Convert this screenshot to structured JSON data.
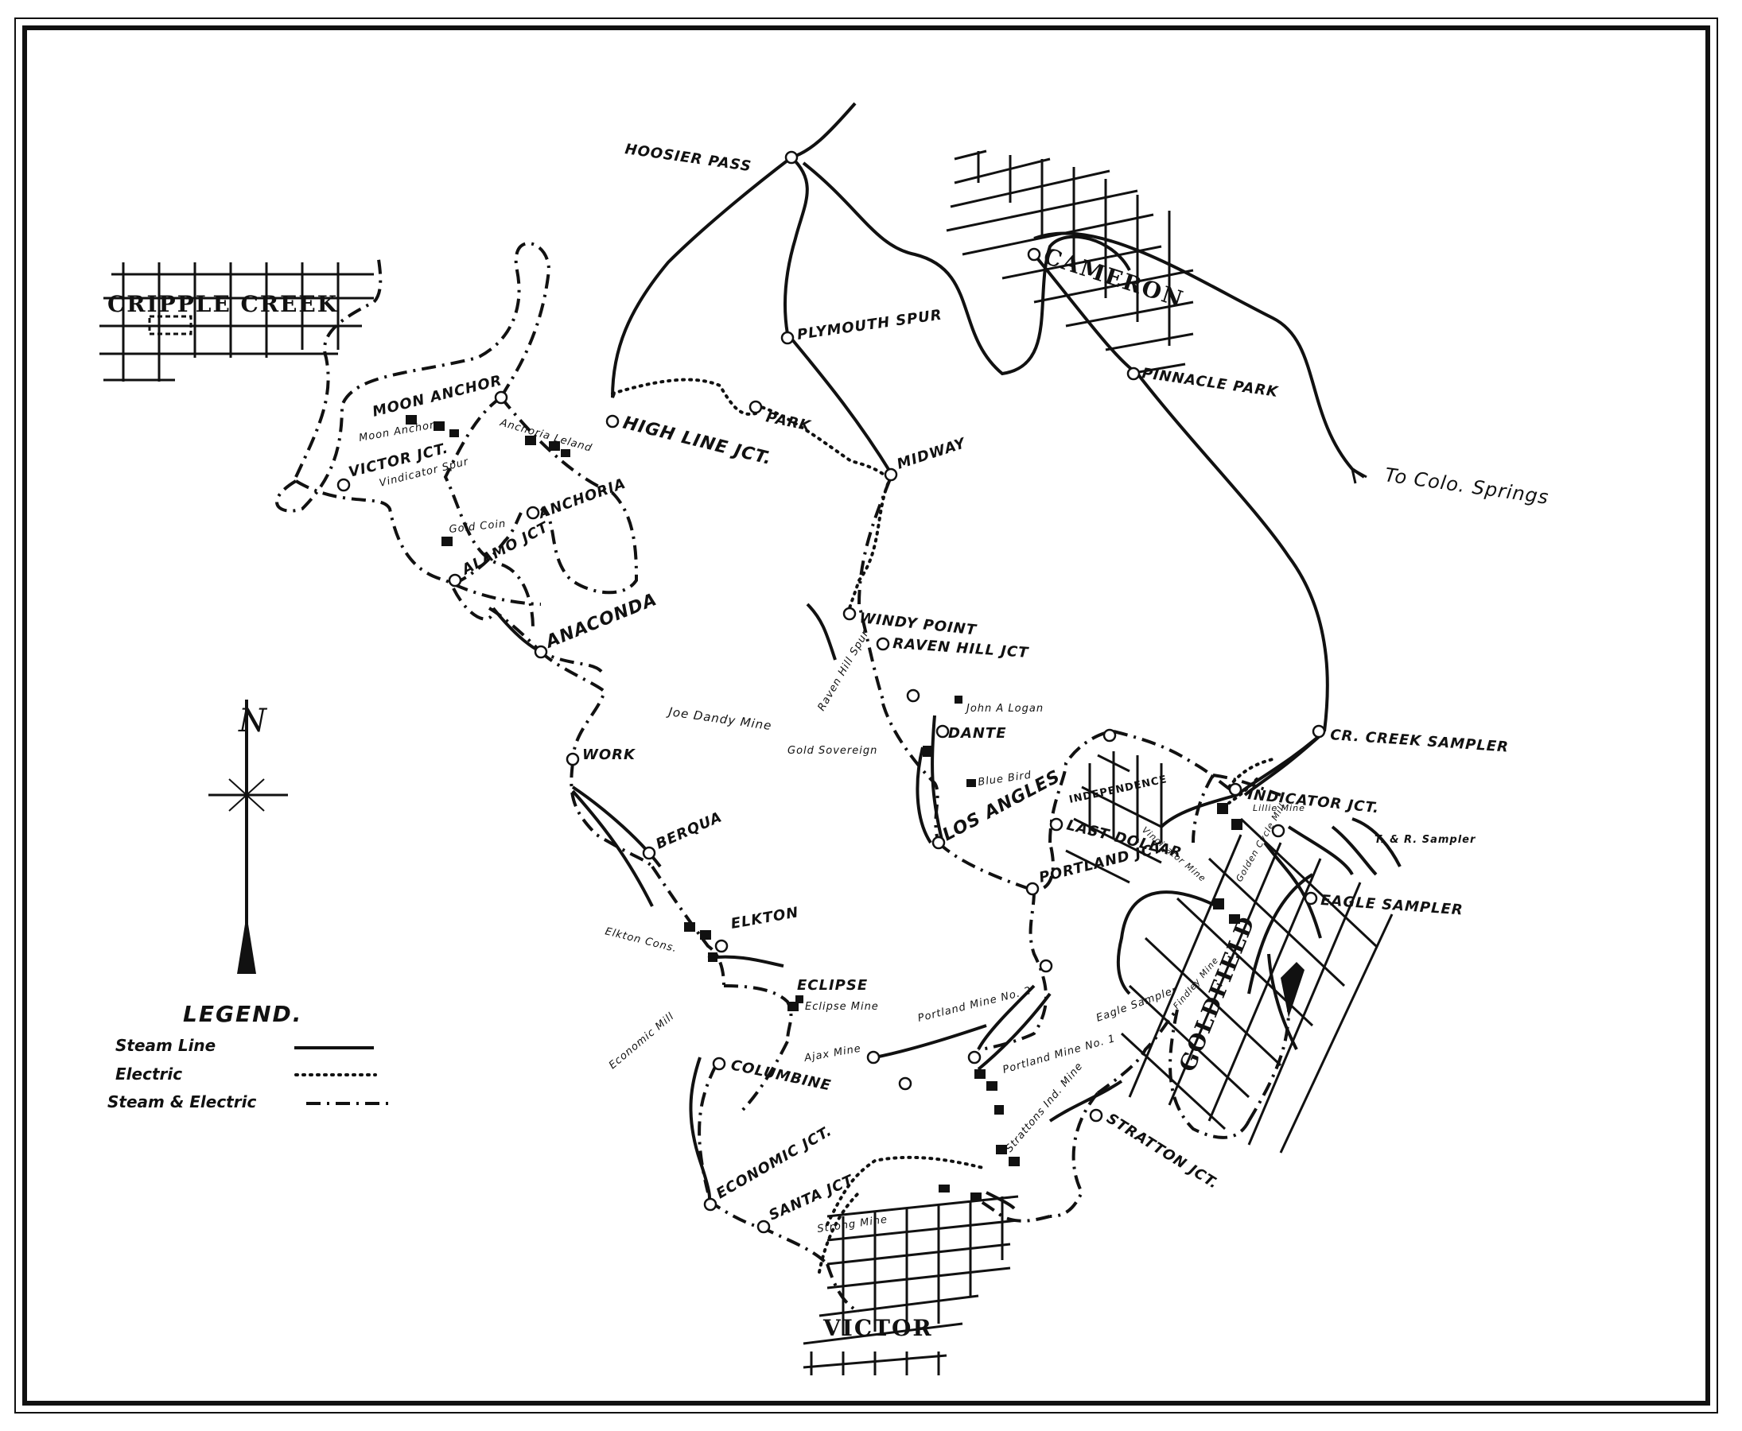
{
  "towns": {
    "cripple_creek": "CRIPPLE CREEK",
    "cameron": "CAMERON",
    "victor": "VICTOR",
    "goldfield": "GOLDFIELD",
    "independence": "INDEPENDENCE"
  },
  "stations": {
    "hoosier_pass": "HOOSIER PASS",
    "plymouth_spur": "PLYMOUTH SPUR",
    "pinnacle_park": "PINNACLE PARK",
    "high_line_jct": "HIGH LINE JCT.",
    "park": "PARK",
    "midway": "MIDWAY",
    "moon_anchor": "MOON ANCHOR",
    "victor_jct": "VICTOR JCT.",
    "anchoria": "ANCHORIA",
    "alamo_jct": "ALAMO JCT",
    "anaconda": "ANACONDA",
    "windy_point": "WINDY POINT",
    "raven_hill_jct": "RAVEN HILL JCT",
    "dante": "DANTE",
    "work": "WORK",
    "los_angles": "LOS ANGLES",
    "last_dollar": "LAST DOLLAR",
    "berqua": "BERQUA",
    "portland_jct": "PORTLAND JCT.",
    "elkton": "ELKTON",
    "eclipse": "ECLIPSE",
    "columbine": "COLUMBINE",
    "economic_jct": "ECONOMIC JCT.",
    "santa_jct": "SANTA JCT",
    "stratton_jct": "STRATTON JCT.",
    "cr_creek_sampler": "CR. CREEK SAMPLER",
    "indicator_jct": "INDICATOR JCT.",
    "t_r_sampler": "T. & R. Sampler",
    "eagle_sampler": "EAGLE SAMPLER"
  },
  "mines": {
    "moon_anchor_mine": "Moon Anchor",
    "anchoria_leland": "Anchoria Leland",
    "vindicator_spur": "Vindicator Spur",
    "gold_coin": "Gold Coin",
    "joe_dandy": "Joe Dandy Mine",
    "raven_hill_spur": "Raven Hill Spur",
    "john_a_logan": "John A Logan",
    "gold_sovereign": "Gold Sovereign",
    "blue_bird": "Blue Bird",
    "elkton_cons": "Elkton Cons.",
    "eclipse_mine": "Eclipse Mine",
    "portland_mine_2": "Portland Mine No. 2",
    "economic_mill": "Economic Mill",
    "ajax_mine": "Ajax Mine",
    "portland_mine_1": "Portland Mine No. 1",
    "eagle_sampler_small": "Eagle Sampler",
    "strattons_ind_mine": "Strattons Ind. Mine",
    "strong_mine": "Strong Mine",
    "vindicator_mine": "Vindicator Mine",
    "lillie_mine": "Lillie Mine",
    "golden_cycle": "Golden Cycle Mill",
    "findley_mine": "Findley Mine"
  },
  "destination": "To Colo. Springs",
  "legend": {
    "title": "LEGEND.",
    "steam": "Steam Line",
    "electric": "Electric",
    "both": "Steam & Electric"
  },
  "north_arrow": "N"
}
